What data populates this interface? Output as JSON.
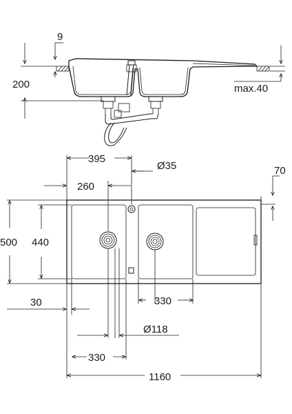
{
  "section_view": {
    "dim_top_thickness": "9",
    "dim_depth": "200",
    "dim_max_thickness": "max.40"
  },
  "plan_view": {
    "dim_left_bowl_width": "395",
    "dim_tap_hole": "Ø35",
    "dim_drainer_offset": "70",
    "dim_left_bowl_inner": "260",
    "dim_total_depth": "500",
    "dim_bowl_depth": "440",
    "dim_edge_offset": "30",
    "dim_right_waste": "330",
    "dim_waste_diameter": "Ø118",
    "dim_left_waste": "330",
    "dim_total_width": "1160"
  }
}
